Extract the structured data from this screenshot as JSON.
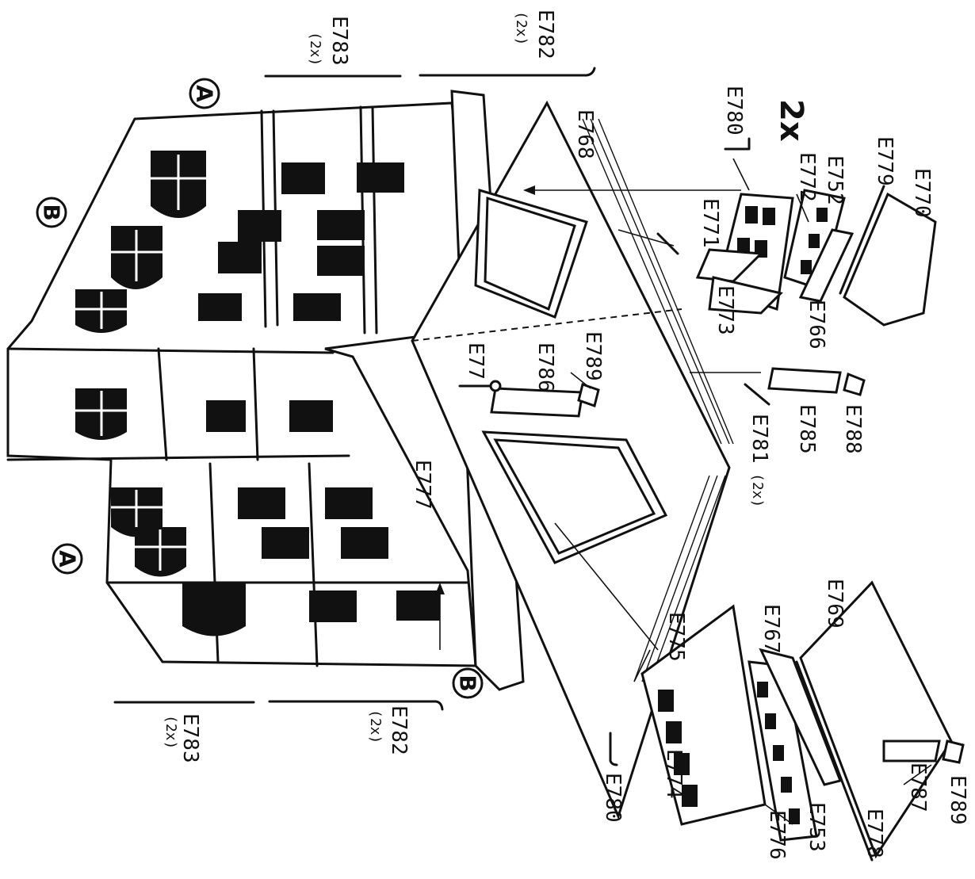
{
  "diagram": {
    "multiplier": "2x",
    "markers": {
      "a": "A",
      "b": "B"
    },
    "parts": {
      "e783_top": "E783",
      "e783_top_qty": "(2x)",
      "e782_top": "E782",
      "e782_top_qty": "(2x)",
      "e780_top": "E780",
      "e768": "E768",
      "e779": "E779",
      "e770": "E770",
      "e772": "E772",
      "e752": "E752",
      "e771": "E771",
      "e773": "E773",
      "e766": "E766",
      "e789_mid": "E789",
      "e786": "E786",
      "e777_small": "E77",
      "e781": "E781",
      "e781_qty": "(2x)",
      "e785": "E785",
      "e788": "E788",
      "e777": "E777",
      "e769": "E769",
      "e767": "E767",
      "e775": "E775",
      "e774": "E774",
      "e780_bottom": "E780",
      "e776": "E776",
      "e753": "E753",
      "e787": "E787",
      "e789_bottom": "E789",
      "e778": "E778",
      "e783_bottom": "E783",
      "e783_bottom_qty": "(2x)",
      "e782_bottom": "E782",
      "e782_bottom_qty": "(2x)"
    }
  }
}
